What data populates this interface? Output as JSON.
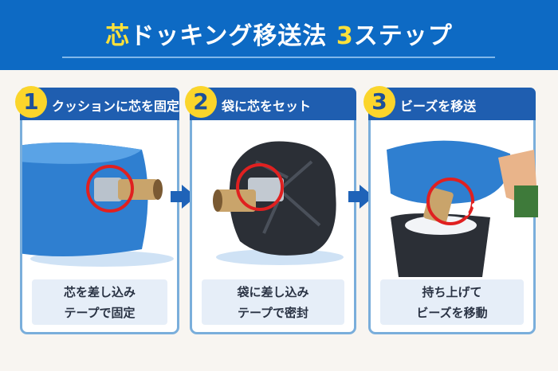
{
  "title": {
    "highlight1": "芯",
    "part1": "ドッキング移送法 ",
    "highlight2": "3",
    "part2": "ステップ"
  },
  "steps": [
    {
      "number": "1",
      "label": "クッションに芯を固定",
      "caption": [
        "芯を差し込み",
        "テープで固定"
      ]
    },
    {
      "number": "2",
      "label": "袋に芯をセット",
      "caption": [
        "袋に差し込み",
        "テープで密封"
      ]
    },
    {
      "number": "3",
      "label": "ビーズを移送",
      "caption": [
        "持ち上げて",
        "ビーズを移動"
      ]
    }
  ],
  "colors": {
    "header": "#0d6ac4",
    "accent": "#fbd52b",
    "tab": "#1f5eb0",
    "circle": "#e02020"
  }
}
